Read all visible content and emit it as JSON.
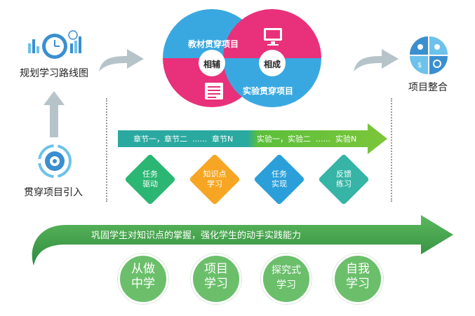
{
  "left": {
    "plan_label": "规划学习路线图",
    "intro_label": "贯穿项目引入"
  },
  "center": {
    "textbook_project": "教材贯穿项目",
    "experiment_project": "实验贯穿项目",
    "complement_1": "相辅",
    "complement_2": "相成"
  },
  "right": {
    "integration_label": "项目整合"
  },
  "timeline": {
    "chapters": "章节一，章节二  ......  章节N",
    "experiments": "实验一，实验二  ......  实验N"
  },
  "diamonds": [
    {
      "line1": "任务",
      "line2": "驱动",
      "color": "#2bb673"
    },
    {
      "line1": "知识点",
      "line2": "学习",
      "color": "#f6a623"
    },
    {
      "line1": "任务",
      "line2": "实现",
      "color": "#2b9fd9"
    },
    {
      "line1": "反馈",
      "line2": "练习",
      "color": "#36b4a6"
    }
  ],
  "bottom": {
    "arrow_text": "巩固学生对知识点的掌握，强化学生的动手实践能力",
    "circles": [
      {
        "line1": "从做",
        "line2": "中学"
      },
      {
        "line1": "项目",
        "line2": "学习"
      },
      {
        "line1": "探究式",
        "line2": "学习"
      },
      {
        "line1": "自我",
        "line2": "学习"
      }
    ]
  },
  "colors": {
    "pink": "#e8317a",
    "blue": "#3aa8e0",
    "green": "#3f9e3f",
    "teal": "#2ab4a8",
    "gray_arrow": "#a9b8bf"
  }
}
